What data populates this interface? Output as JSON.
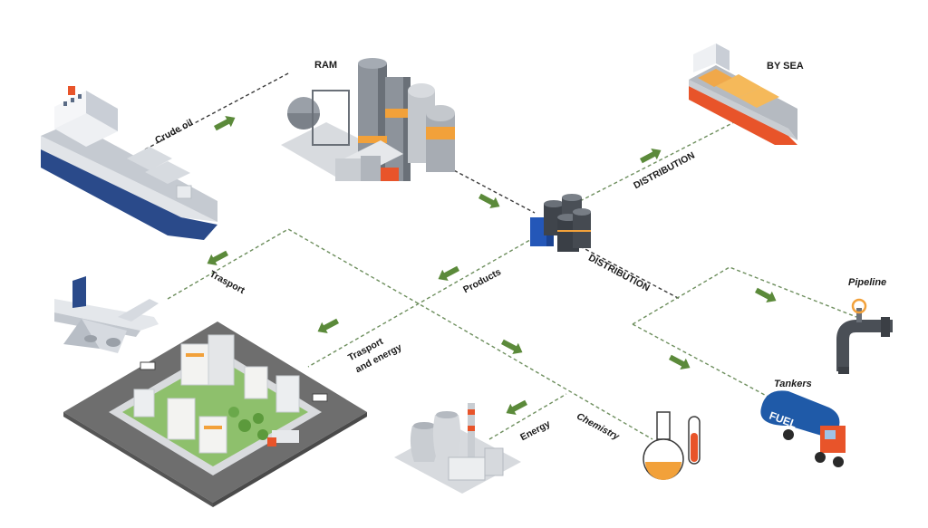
{
  "labels": {
    "ram": "RAM",
    "by_sea": "BY SEA",
    "crude_oil": "Crude oil",
    "distribution_top": "DISTRIBUTION",
    "distribution_mid": "DISTRIBUTION",
    "trasport": "Trasport",
    "products": "Products",
    "trasport_energy_1": "Trasport",
    "trasport_energy_2": "and energy",
    "pipeline": "Pipeline",
    "tankers": "Tankers",
    "energy": "Energy",
    "chemistry": "Chemistry",
    "fuel": "FUEL"
  },
  "colors": {
    "arrow_green": "#5b8a3a",
    "line_dark": "#3b3b3b",
    "line_green": "#6e8f5e",
    "tank_orange": "#f2a13a",
    "hull_blue": "#2a4a8a",
    "hull_orange": "#e8542a",
    "road_gray": "#6e6e6e",
    "grass_green": "#8ec06c",
    "truck_blue": "#1f5aa8"
  }
}
